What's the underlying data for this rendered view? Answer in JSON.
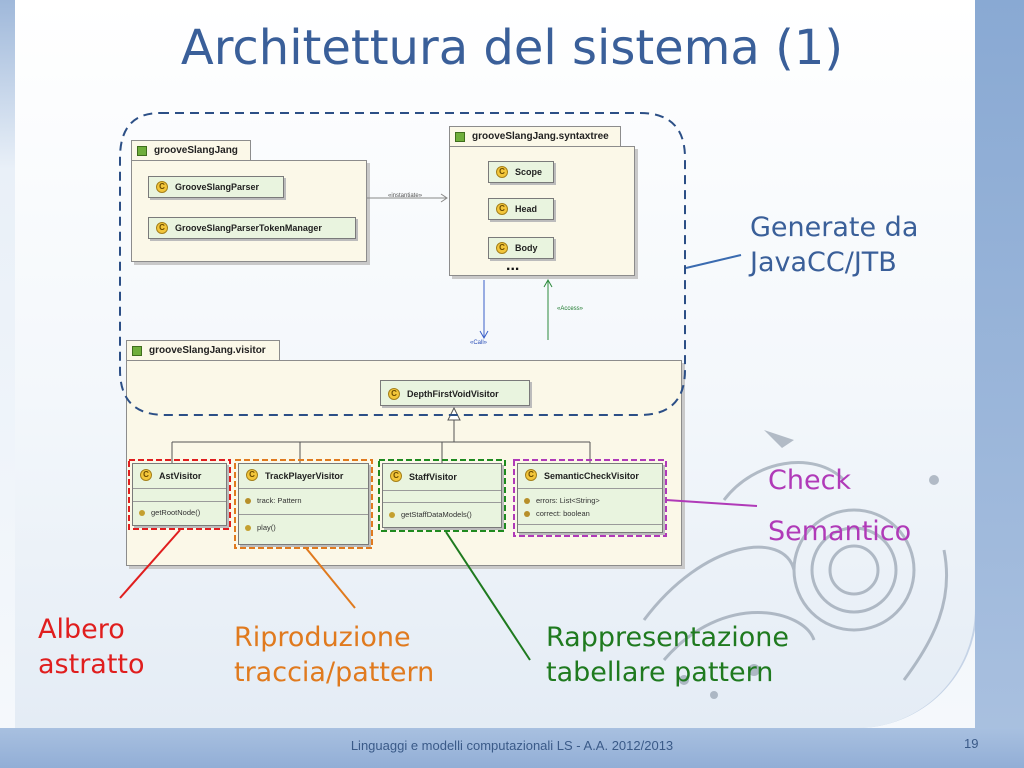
{
  "slide": {
    "title": "Architettura del sistema (1)",
    "footer": "Linguaggi e modelli computazionali LS - A.A. 2012/2013",
    "page_number": "19"
  },
  "diagram": {
    "packages": {
      "main": "grooveSlangJang",
      "syntaxtree": "grooveSlangJang.syntaxtree",
      "visitor": "grooveSlangJang.visitor"
    },
    "classes": {
      "parser": "GrooveSlangParser",
      "token_manager": "GrooveSlangParserTokenManager",
      "scope": "Scope",
      "head": "Head",
      "body": "Body",
      "ellipsis": "...",
      "depth_first": "DepthFirstVoidVisitor",
      "ast": "AstVisitor",
      "track": "TrackPlayerVisitor",
      "staff": "StaffVisitor",
      "semantic": "SemanticCheckVisitor"
    },
    "members": {
      "ast_method": "getRootNode()",
      "track_field": "track: Pattern",
      "track_method": "play()",
      "staff_method": "getStaffDataModels()",
      "sem_field1": "errors: List<String>",
      "sem_field2": "correct: boolean"
    },
    "relations": {
      "instantiate": "«instantiate»",
      "call": "«Call»",
      "access": "«Access»"
    }
  },
  "annotations": {
    "generated": "Generate da\nJavaCC/JTB",
    "check": "Check\nSemantico",
    "albero": "Albero\nastratto",
    "riproduzione": "Riproduzione\ntraccia/pattern",
    "rappresentazione": "Rappresentazione\ntabellare pattern"
  },
  "colors": {
    "title": "#3a5f99",
    "generated": "#3a5f99",
    "check": "#b03ab8",
    "albero": "#e01e1e",
    "riproduzione": "#e07a1e",
    "rappresentazione": "#1f7a1f"
  }
}
